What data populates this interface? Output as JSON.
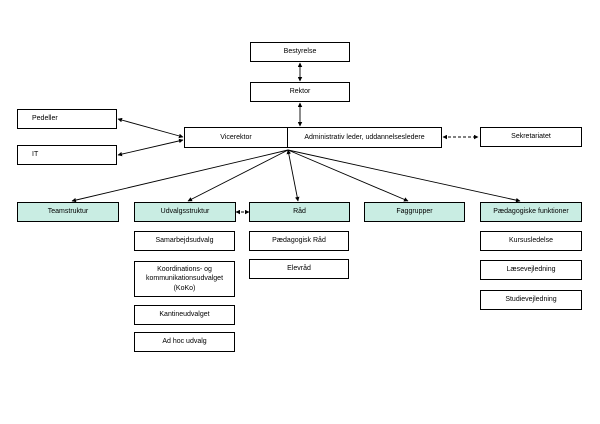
{
  "nodes": {
    "bestyrelse": "Bestyrelse",
    "rektor": "Rektor",
    "vicerektor": "Vicerektor",
    "admin": "Administrativ leder, uddannelsesledere",
    "pedeller": "Pedeller",
    "it": "IT",
    "sekretariatet": "Sekretariatet",
    "teamstruktur": "Teamstruktur",
    "udvalgsstruktur": "Udvalgsstruktur",
    "raad": "Råd",
    "faggrupper": "Faggrupper",
    "paedagogiske": "Pædagogiske funktioner"
  },
  "udvalg": [
    "Samarbejdsudvalg",
    "Koordinations- og kommunikationsudvalget (KoKo)",
    "Kantineudvalget",
    "Ad hoc udvalg"
  ],
  "raad_items": [
    "Pædagogisk Råd",
    "Elevråd"
  ],
  "paed_items": [
    "Kursusledelse",
    "Læsevejledning",
    "Studievejledning"
  ],
  "colors": {
    "teal_fill": "#c9ede3",
    "line": "#000000"
  }
}
